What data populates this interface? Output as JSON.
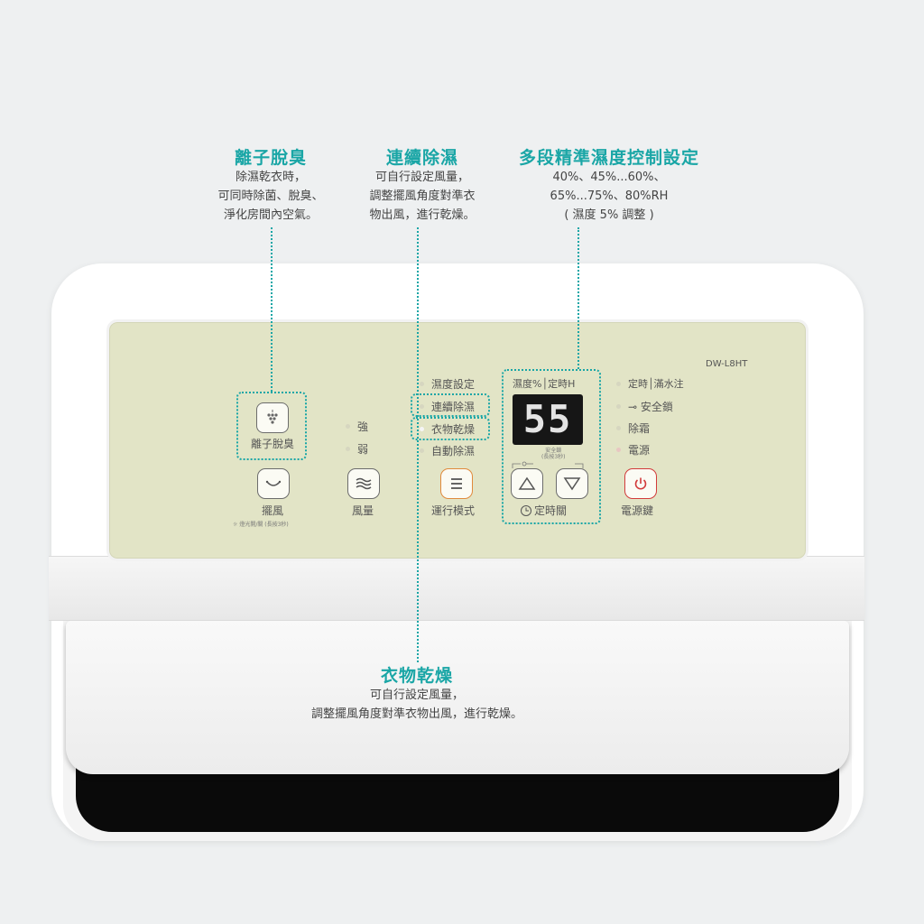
{
  "annotations": {
    "ionizer": {
      "title": "離子脫臭",
      "lines": [
        "除濕乾衣時，",
        "可同時除菌、脫臭、",
        "淨化房間內空氣。"
      ]
    },
    "continuous": {
      "title": "連續除濕",
      "lines": [
        "可自行設定風量，",
        "調整擺風角度對準衣",
        "物出風，進行乾燥。"
      ]
    },
    "humidity": {
      "title": "多段精準濕度控制設定",
      "lines": [
        "40%、45%...60%、",
        "65%...75%、80%RH",
        "( 濕度 5% 調整 )"
      ]
    },
    "laundry": {
      "title": "衣物乾燥",
      "lines": [
        "可自行設定風量，",
        "調整擺風角度對準衣物出風，進行乾燥。"
      ]
    }
  },
  "panel": {
    "model": "DW-L8HT",
    "ionizer_label": "離子脫臭",
    "fan_strong": "強",
    "fan_weak": "弱",
    "swing_label": "擺風",
    "swing_sub": "燈光開/關 (長按3秒)",
    "fan_label": "風量",
    "modes": [
      "濕度設定",
      "連續除濕",
      "衣物乾燥",
      "自動除濕"
    ],
    "mode_label": "運行模式",
    "display_header": "濕度%│定時H",
    "display_value": "55",
    "lock_sub": "安全鎖\n(長按3秒)",
    "timer_label": "定時關",
    "status": [
      "定時│滿水注",
      "安全鎖",
      "除霜",
      "電源"
    ],
    "power_label": "電源鍵"
  },
  "colors": {
    "accent": "#1aa6a6",
    "panel": "#e2e4c6",
    "lcd": "#161616",
    "power": "#d23b3b",
    "mode_button": "#e08a3c"
  }
}
